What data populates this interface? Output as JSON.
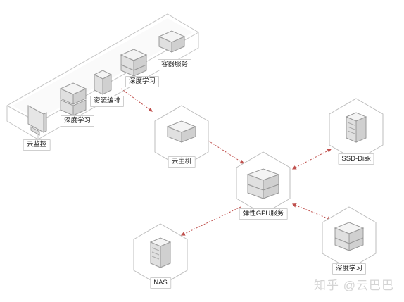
{
  "nodes": {
    "monitor": {
      "label": "云监控",
      "icon": "monitor-icon"
    },
    "dl_left": {
      "label": "深度学习",
      "icon": "server-icon"
    },
    "orchestration": {
      "label": "资源编排",
      "icon": "server-icon"
    },
    "dl_top": {
      "label": "深度学习",
      "icon": "server-icon"
    },
    "container": {
      "label": "容器服务",
      "icon": "server-icon"
    },
    "cloud_host": {
      "label": "云主机",
      "icon": "server-icon"
    },
    "gpu": {
      "label": "弹性GPU服务",
      "icon": "server-icon"
    },
    "ssd": {
      "label": "SSD-Disk",
      "icon": "storage-tower-icon"
    },
    "nas": {
      "label": "NAS",
      "icon": "storage-tower-icon"
    },
    "dl_right": {
      "label": "深度学习",
      "icon": "server-icon"
    }
  },
  "watermark": "知乎 @云巴巴",
  "colors": {
    "link": "#c0504d",
    "outline": "#bdbdbd",
    "device_top": "#f2f2f2",
    "device_side": "#d9d9d9"
  }
}
